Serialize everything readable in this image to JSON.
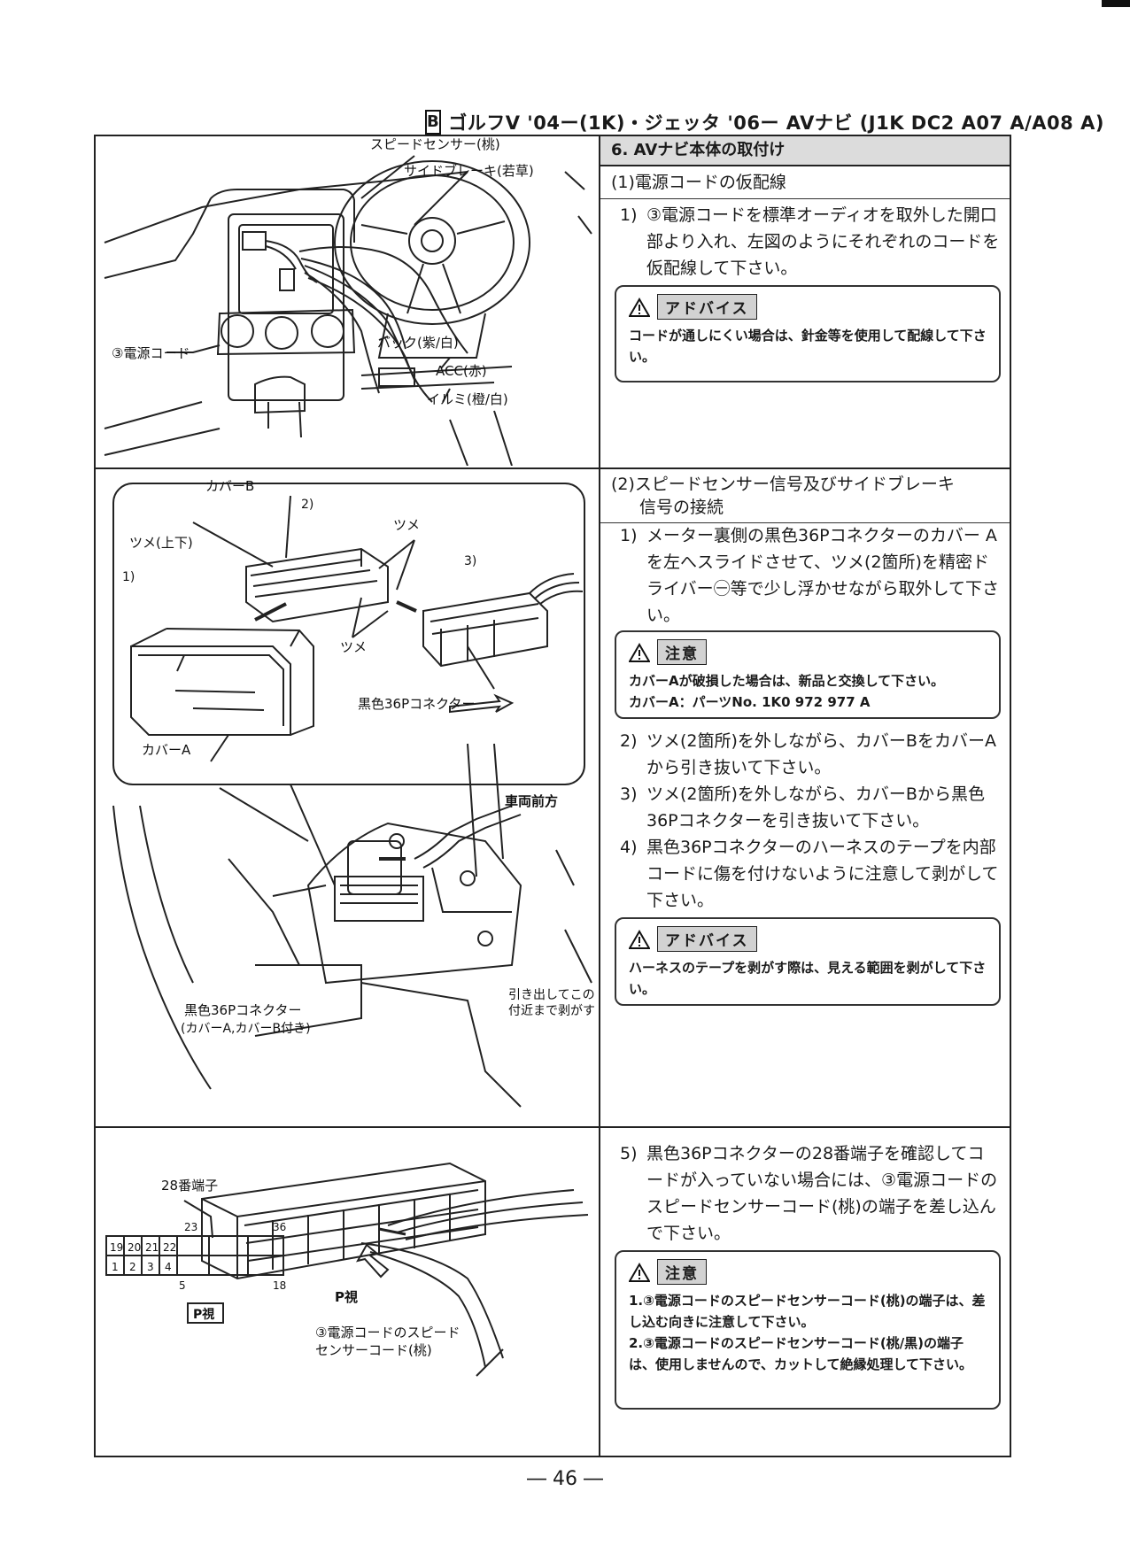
{
  "header": {
    "badge": "B",
    "title": "ゴルフV '04ー(1K)・ジェッタ '06ー AVナビ (J1K DC2 A07 A/A08 A)"
  },
  "section": {
    "title": "6. AVナビ本体の取付け"
  },
  "part1": {
    "subtitle": "(1)電源コードの仮配線",
    "step1_num": "1)",
    "step1_text": "③電源コードを標準オーディオを取外した開口部より入れ、左図のようにそれぞれのコードを仮配線して下さい。",
    "advice_label": "アドバイス",
    "advice_text": "コードが通しにくい場合は、針金等を使用して配線して下さい。",
    "figure_labels": {
      "speed_sensor": "スピードセンサー(桃)",
      "side_brake": "サイドブレーキ(若草)",
      "power_cord": "③電源コード",
      "back": "バック(紫/白)",
      "acc": "ACC(赤)",
      "illumi": "イルミ(橙/白)"
    }
  },
  "part2": {
    "subtitle_line1": "(2)スピードセンサー信号及びサイドブレーキ",
    "subtitle_line2": "信号の接続",
    "step1_num": "1)",
    "step1_text": "メーター裏側の黒色36Pコネクターのカバー Aを左へスライドさせて、ツメ(2箇所)を精密ドライバー㊀等で少し浮かせながら取外して下さい。",
    "caution_label": "注意",
    "caution_line1": "カバーAが破損した場合は、新品と交換して下さい。",
    "caution_line2": "カバーA：パーツNo. 1K0 972 977 A",
    "step2_num": "2)",
    "step2_text": "ツメ(2箇所)を外しながら、カバーBをカバーAから引き抜いて下さい。",
    "step3_num": "3)",
    "step3_text": "ツメ(2箇所)を外しながら、カバーBから黒色36Pコネクターを引き抜いて下さい。",
    "step4_num": "4)",
    "step4_text": "黒色36Pコネクターのハーネスのテープを内部コードに傷を付けないように注意して剥がして下さい。",
    "advice_label": "アドバイス",
    "advice_text": "ハーネスのテープを剥がす際は、見える範囲を剥がして下さい。",
    "figure_labels": {
      "cover_b": "カバーB",
      "step2": "2)",
      "claw_updown": "ツメ(上下)",
      "claw": "ツメ",
      "claw2": "ツメ",
      "step1": "1)",
      "step3": "3)",
      "connector": "黒色36Pコネクター",
      "cover_a": "カバーA",
      "vehicle_front": "車両前方",
      "peel_line1": "引き出してこの",
      "peel_line2": "付近まで剥がす",
      "connector2_line1": "黒色36Pコネクター",
      "connector2_line2": "(カバーA,カバーB付き)"
    }
  },
  "part3": {
    "step5_num": "5)",
    "step5_text": "黒色36Pコネクターの28番端子を確認してコードが入っていない場合には、③電源コードのスピードセンサーコード(桃)の端子を差し込んで下さい。",
    "caution_label": "注意",
    "caution_1": "1.③電源コードのスピードセンサーコード(桃)の端子は、差し込む向きに注意して下さい。",
    "caution_2": "2.③電源コードのスピードセンサーコード(桃/黒)の端子は、使用しませんので、カットして絶縁処理して下さい。",
    "figure_labels": {
      "p_view_arrow": "P視",
      "cord_line1": "③電源コードのスピード",
      "cord_line2": "センサーコード(桃)",
      "terminal28": "28番端子",
      "n23": "23",
      "n36": "36",
      "n5": "5",
      "n18": "18",
      "row1": [
        "19",
        "20",
        "21",
        "22"
      ],
      "row2": [
        "1",
        "2",
        "3",
        "4"
      ],
      "p_view_box": "P視"
    }
  },
  "page_number": "― 46 ―"
}
